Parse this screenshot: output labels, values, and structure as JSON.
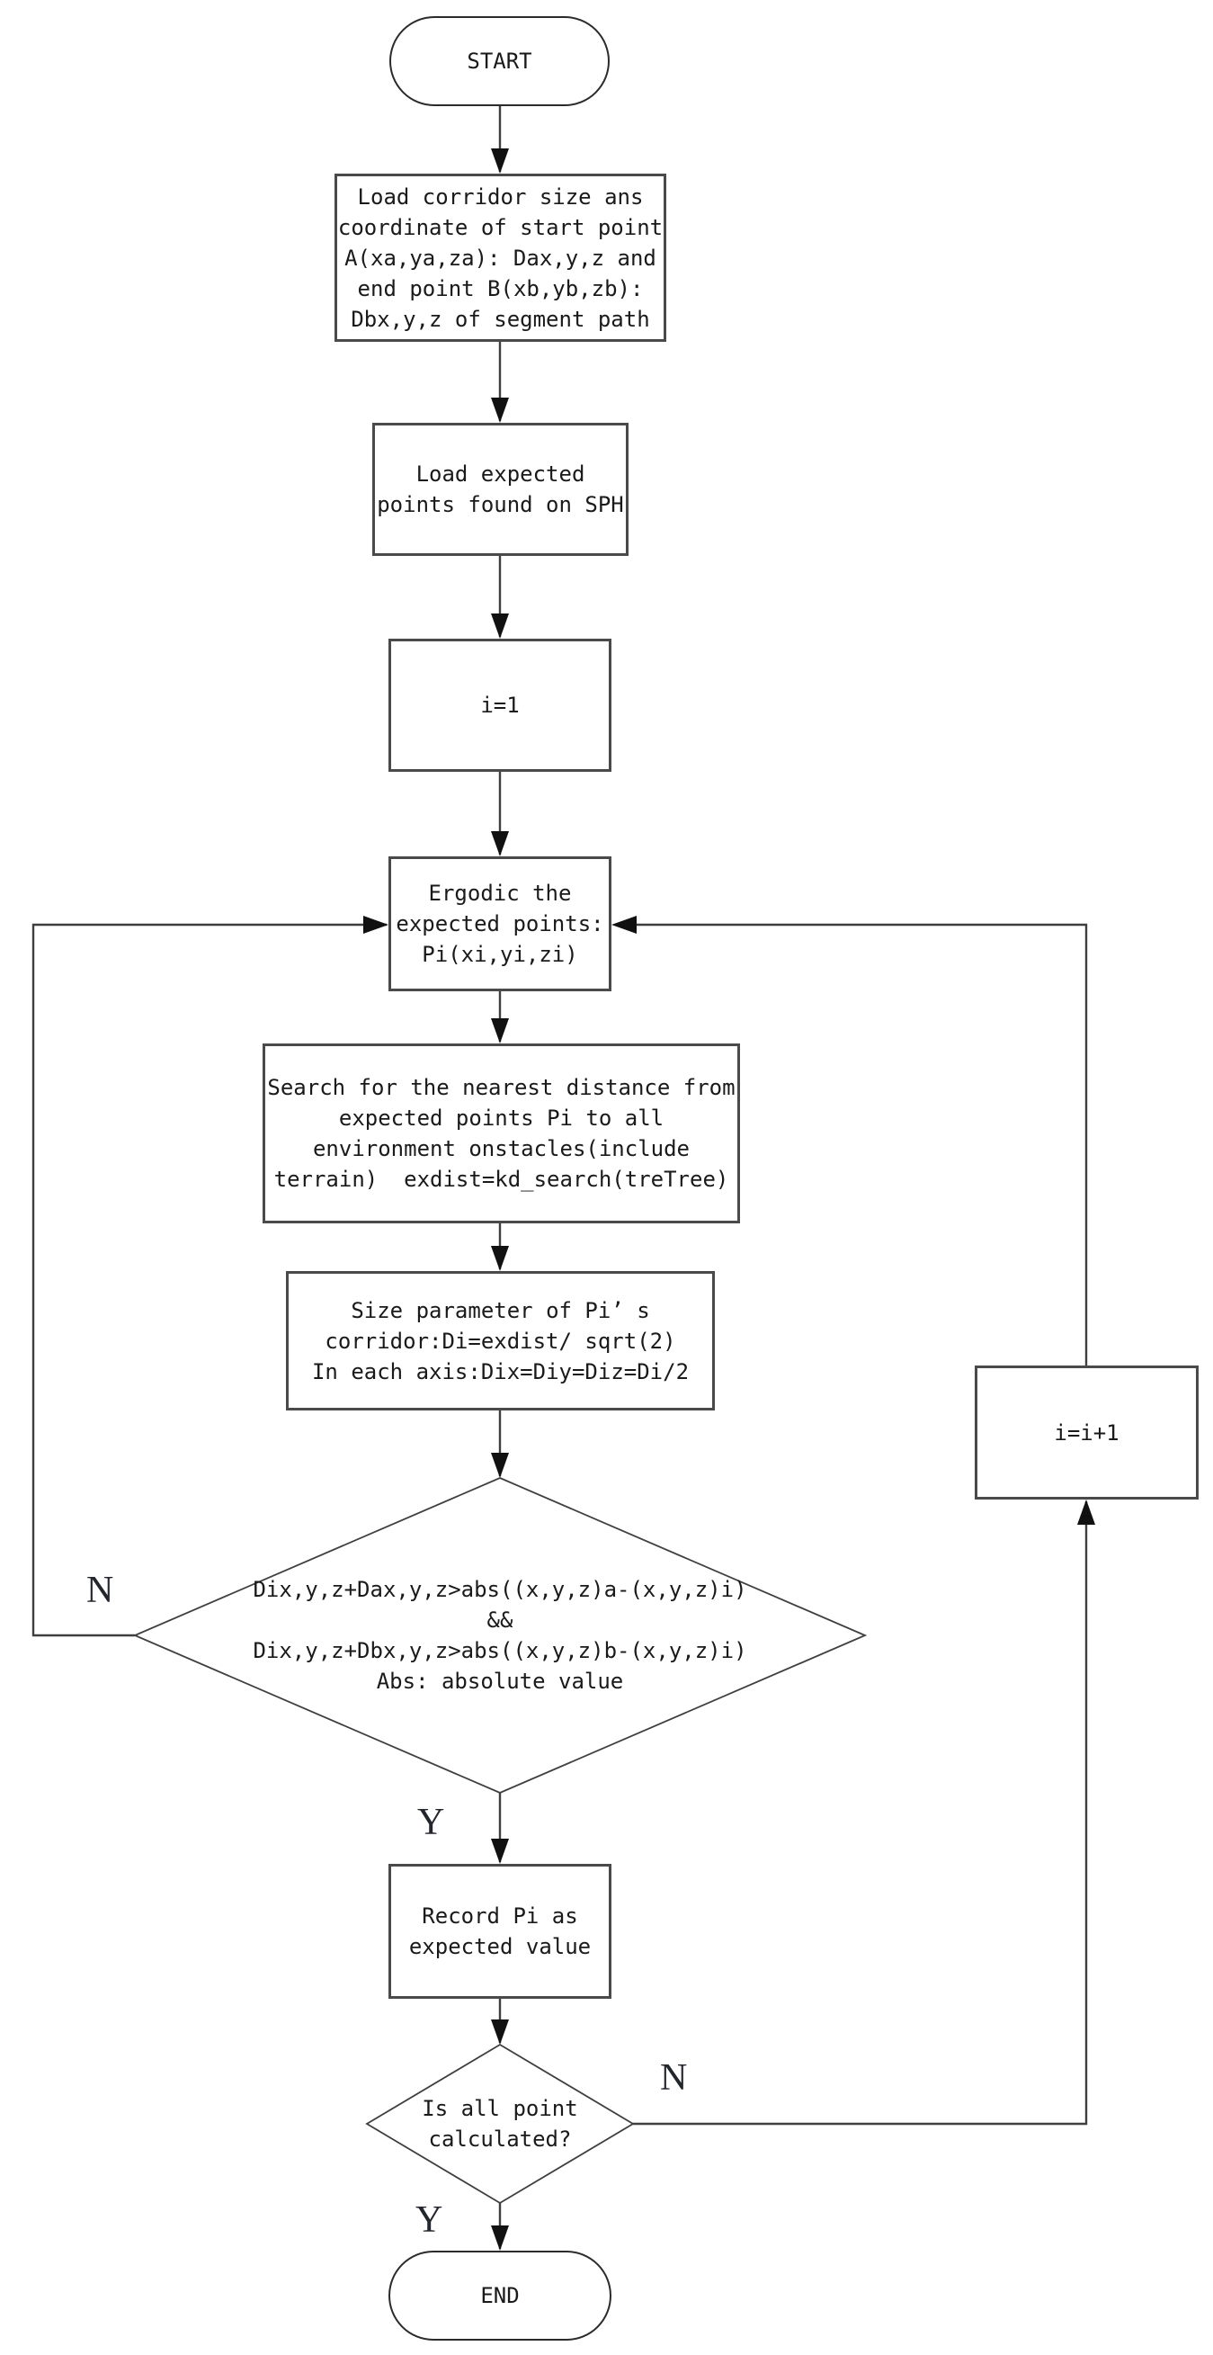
{
  "flowchart": {
    "title_hint": "corridor size calculation flowchart",
    "colors": {
      "background": "#ffffff",
      "line": "#3f3f3f",
      "arrowhead": "#111111",
      "text": "#1a1a1a",
      "box_border": "#4a4a4a"
    },
    "nodes": {
      "start": "START",
      "load_corridor": "Load corridor size ans\ncoordinate of start point\nA(xa,ya,za): Dax,y,z and\nend point B(xb,yb,zb):\nDbx,y,z of segment path",
      "load_expected": "Load expected\npoints found on SPH",
      "init_counter": "i=1",
      "ergodic": "Ergodic the\nexpected points:\nPi(xi,yi,zi)",
      "search_nearest": "Search for the nearest distance from\nexpected points Pi to all\nenvironment onstacles(include\nterrain)  exdist=kd_search(treTree)",
      "size_parameter": "Size parameter of Pi’ s\ncorridor:Di=exdist/ sqrt(2)\nIn each axis:Dix=Diy=Diz=Di/2",
      "corridor_check": "Dix,y,z+Dax,y,z>abs((x,y,z)a-(x,y,z)i)\n&&\nDix,y,z+Dbx,y,z>abs((x,y,z)b-(x,y,z)i)\nAbs: absolute value",
      "record": "Record Pi as\nexpected value",
      "all_points_check": "Is all point\ncalculated?",
      "end": "END",
      "increment": "i=i+1"
    },
    "edge_labels": {
      "corridor_check_no": "N",
      "corridor_check_yes": "Y",
      "all_points_no": "N",
      "all_points_yes": "Y"
    }
  }
}
